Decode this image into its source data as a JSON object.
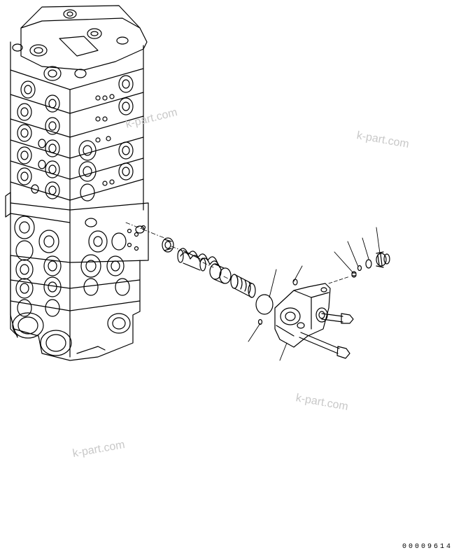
{
  "watermarks": [
    "k-part.com",
    "k-part.com",
    "k-part.com",
    "k-part.com"
  ],
  "drawing_code": "00009614",
  "colors": {
    "line": "#000000",
    "watermark": "#c8c8c8",
    "background": "#ffffff"
  }
}
